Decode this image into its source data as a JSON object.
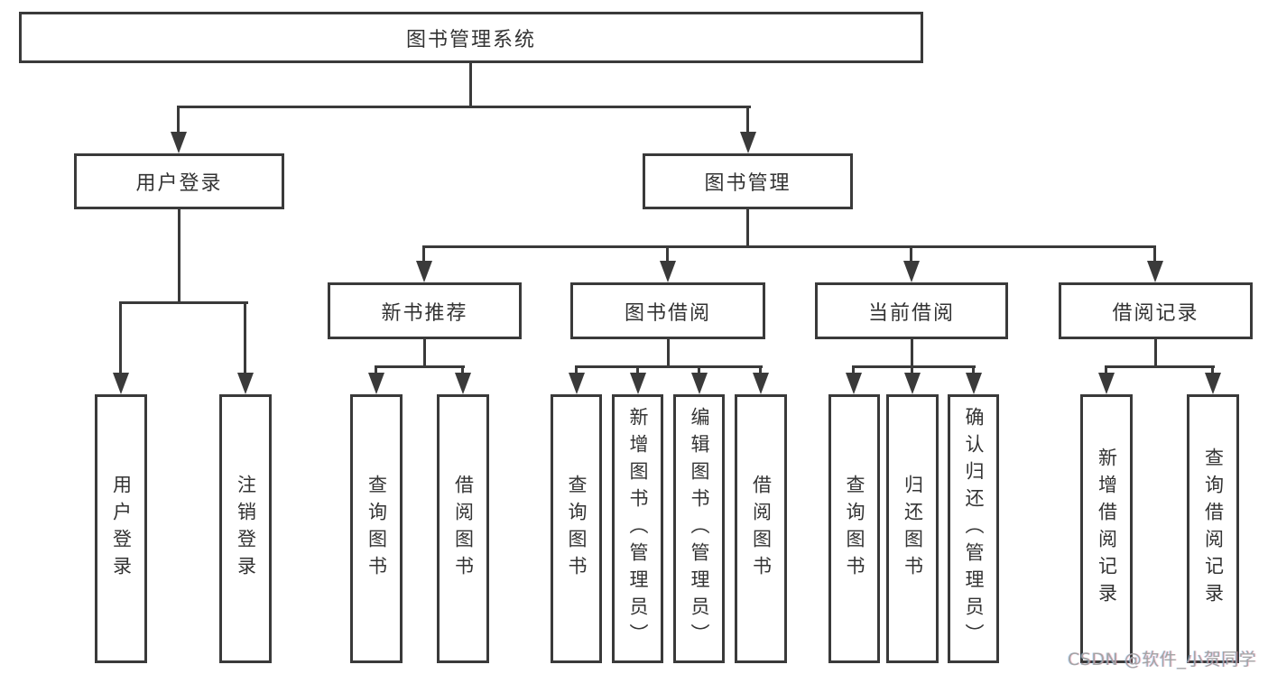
{
  "diagram": {
    "root_label": "图书管理系统",
    "level2": [
      "用户登录",
      "图书管理"
    ],
    "level3": [
      "新书推荐",
      "图书借阅",
      "当前借阅",
      "借阅记录"
    ],
    "leaves_user": [
      "用户登录",
      "注销登录"
    ],
    "leaves_recommend": [
      "查询图书",
      "借阅图书"
    ],
    "leaves_borrow": [
      "查询图书",
      "新增图书（管理员）",
      "编辑图书（管理员）",
      "借阅图书"
    ],
    "leaves_current": [
      "查询图书",
      "归还图书",
      "确认归还（管理员）"
    ],
    "leaves_records": [
      "新增借阅记录",
      "查询借阅记录"
    ],
    "watermark": "CSDN @软件_小贺同学"
  },
  "colors": {
    "line": "#3a3a3a",
    "text": "#333333",
    "watermark_text": "#a3a3a3",
    "background": "#ffffff"
  }
}
